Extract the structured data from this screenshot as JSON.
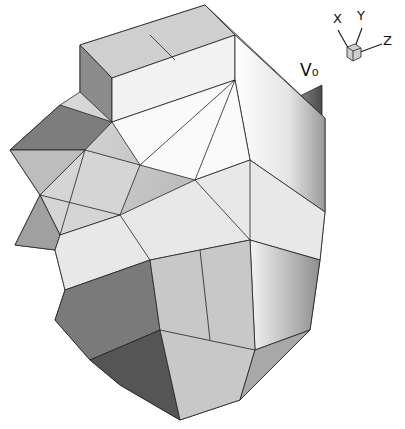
{
  "diagram": {
    "labels": [
      "X",
      "Y",
      "Z",
      "V₀"
    ]
  }
}
